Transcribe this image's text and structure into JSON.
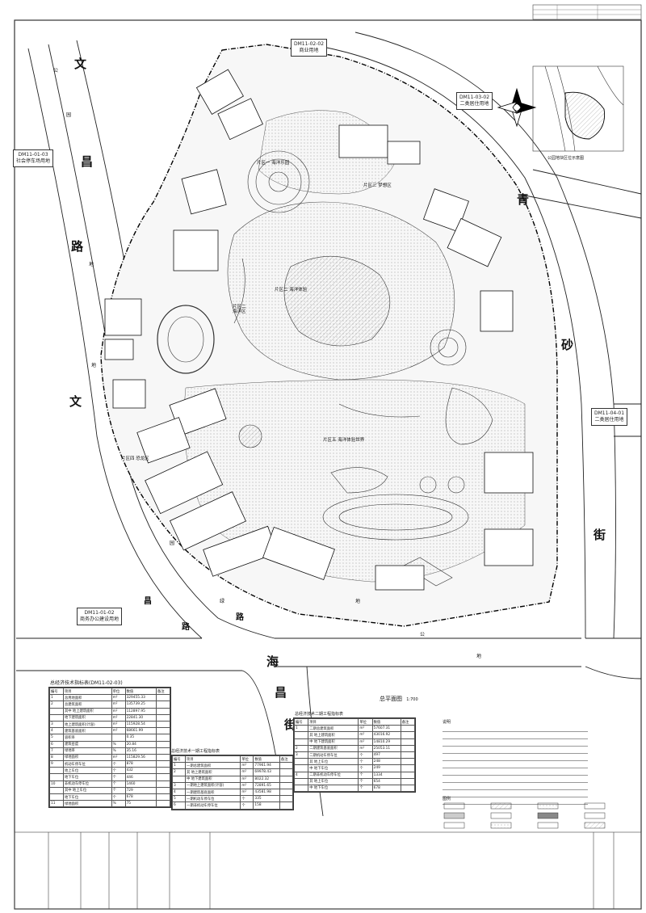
{
  "roads": {
    "wenchang": [
      "文",
      "昌",
      "路",
      "文"
    ],
    "wenchang_side": [
      "公",
      "园",
      "地",
      "地"
    ],
    "qingsha": [
      "青",
      "砂",
      "街"
    ],
    "haichang": [
      "海",
      "昌",
      "街"
    ],
    "bottom_road": [
      "昌",
      "路",
      "园",
      "绿",
      "地",
      "公",
      "路",
      "地"
    ]
  },
  "plots": {
    "north": {
      "code": "DM11-02-02",
      "use": "商业用地"
    },
    "northeast": {
      "code": "DM11-03-02",
      "use": "二类居住用地"
    },
    "west": {
      "code": "DM11-01-03",
      "use": "社会停车场用地"
    },
    "east": {
      "code": "DM11-04-01",
      "use": "二类居住用地"
    },
    "southwest": {
      "code": "DM11-01-02",
      "use": "商务办公建设用地"
    }
  },
  "zones": {
    "z1": "片区一  海洋乐园",
    "z2": "片区三  梦想区",
    "z3": "片区二\n海洋区",
    "z4": "片区五  海洋体验世界",
    "z5": "片区四  恐龙区",
    "z6": "片区二  海洋体验"
  },
  "inset": {
    "caption": "公园地块区位示意图"
  },
  "drawing_title": "总平面图",
  "drawing_scale": "1:700",
  "table1": {
    "title": "总经济技术指标表(DM11-02-03)",
    "header": [
      "编号",
      "项目",
      "单位",
      "数值",
      "备注"
    ],
    "rows": [
      [
        "1",
        "总用地面积",
        "m²",
        "329455.33",
        ""
      ],
      [
        "2",
        "总建筑面积",
        "m²",
        "135739.25",
        ""
      ],
      [
        "",
        "其中 地上建筑面积",
        "m²",
        "112897.95",
        ""
      ],
      [
        "",
        "地下建筑面积",
        "m²",
        "22841.30",
        ""
      ],
      [
        "3",
        "地上建筑面积(计容)",
        "m²",
        "115928.54",
        ""
      ],
      [
        "4",
        "建筑基底面积",
        "m²",
        "68661.99",
        ""
      ],
      [
        "5",
        "容积率",
        "",
        "0.35",
        ""
      ],
      [
        "6",
        "建筑密度",
        "%",
        "20.84",
        ""
      ],
      [
        "7",
        "绿地率",
        "%",
        "35.16",
        ""
      ],
      [
        "8",
        "绿地面积",
        "m²",
        "115829.56",
        ""
      ],
      [
        "9",
        "机动车停车位",
        "个",
        "878",
        ""
      ],
      [
        "",
        "地上车位",
        "个",
        "432",
        ""
      ],
      [
        "",
        "地下车位",
        "个",
        "446",
        ""
      ],
      [
        "10",
        "非机动车停车位",
        "个",
        "1460",
        ""
      ],
      [
        "",
        "其中 地上车位",
        "个",
        "729",
        ""
      ],
      [
        "",
        "地下车位",
        "个",
        "678",
        ""
      ],
      [
        "11",
        "绿地面积",
        "%",
        "75",
        ""
      ]
    ]
  },
  "table2": {
    "title": "总经济技术一期工程指标表",
    "header": [
      "编号",
      "项目",
      "单位",
      "数值",
      "备注"
    ],
    "rows": [
      [
        "1",
        "一期总建筑面积",
        "m²",
        "77961.94",
        ""
      ],
      [
        "2",
        "其 地上建筑面积",
        "m²",
        "69978.43",
        ""
      ],
      [
        "",
        "中 地下建筑面积",
        "m²",
        "8022.32",
        ""
      ],
      [
        "3",
        "一期地上建筑面积(计容)",
        "m²",
        "72891.65",
        ""
      ],
      [
        "4",
        "一期建筑基底面积",
        "m²",
        "43581.98",
        ""
      ],
      [
        "5",
        "一期机动车停车位",
        "个",
        "335",
        ""
      ],
      [
        "6",
        "一期非机动车停车位",
        "个",
        "158",
        ""
      ]
    ]
  },
  "table3": {
    "title": "总经济技术二期工程指标表",
    "header": [
      "编号",
      "项目",
      "单位",
      "数值",
      "备注"
    ],
    "rows": [
      [
        "1",
        "二期总建筑面积",
        "m²",
        "57607.31",
        ""
      ],
      [
        "",
        "其 地上建筑面积",
        "m²",
        "43016.92",
        ""
      ],
      [
        "",
        "中 地下建筑面积",
        "m²",
        "14810.29",
        ""
      ],
      [
        "2",
        "二期建筑基底面积",
        "m²",
        "25053.11",
        ""
      ],
      [
        "3",
        "二期机动车停车位",
        "个",
        "497",
        ""
      ],
      [
        "",
        "其 地上车位",
        "个",
        "248",
        ""
      ],
      [
        "",
        "中 地下车位",
        "个",
        "249",
        ""
      ],
      [
        "4",
        "二期非机动车停车位",
        "个",
        "1334",
        ""
      ],
      [
        "",
        "其 地上车位",
        "个",
        "654",
        ""
      ],
      [
        "",
        "中 地下车位",
        "个",
        "678",
        ""
      ]
    ]
  },
  "notes_title": "说明",
  "legend_title": "图例"
}
